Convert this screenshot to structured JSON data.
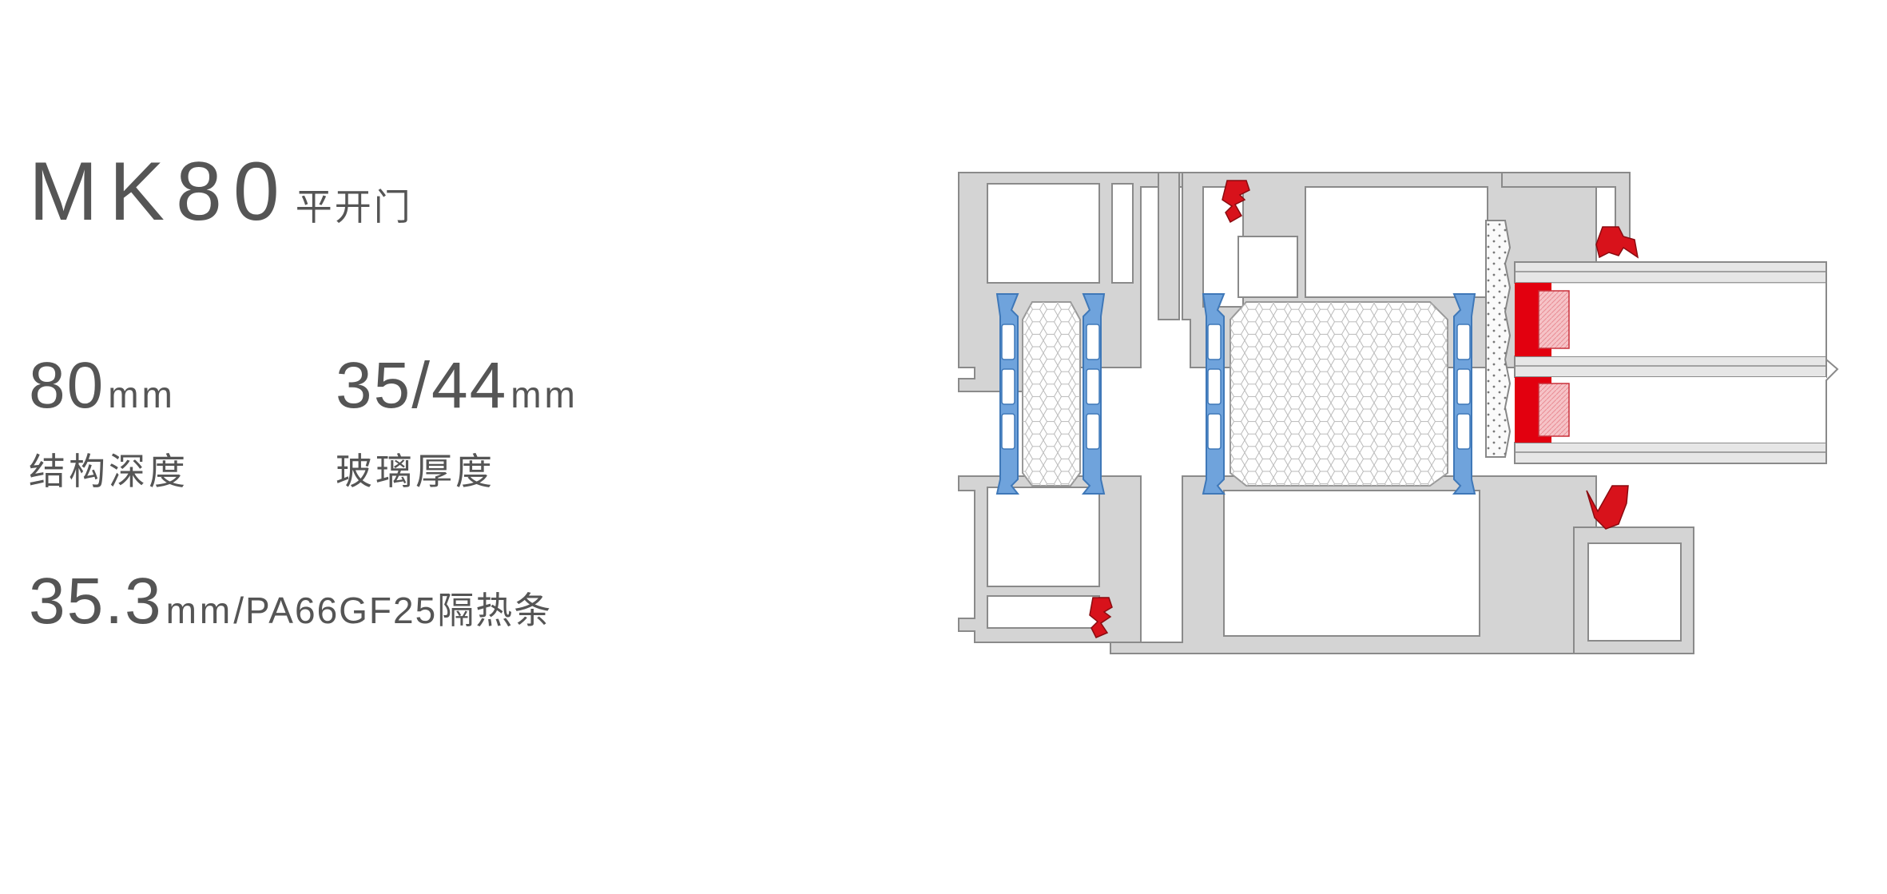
{
  "header": {
    "model": "MK80",
    "type": "平开门"
  },
  "specs": {
    "depth": {
      "value": "80",
      "unit": "mm",
      "label": "结构深度"
    },
    "glass": {
      "value": "35/44",
      "unit": "mm",
      "label": "玻璃厚度"
    },
    "strip": {
      "value": "35.3",
      "unit": "mm",
      "suffix": "/PA66GF25隔热条"
    }
  },
  "colors": {
    "aluminum": "#d4d4d4",
    "aluminum_edge": "#8a8a8a",
    "thermal_strip": "#6fa3dc",
    "gasket": "#d8121b",
    "glass_sealant": "#e2000f",
    "spacer": "#f4b8bd",
    "foam": "#ffffff",
    "text": "#555555"
  }
}
